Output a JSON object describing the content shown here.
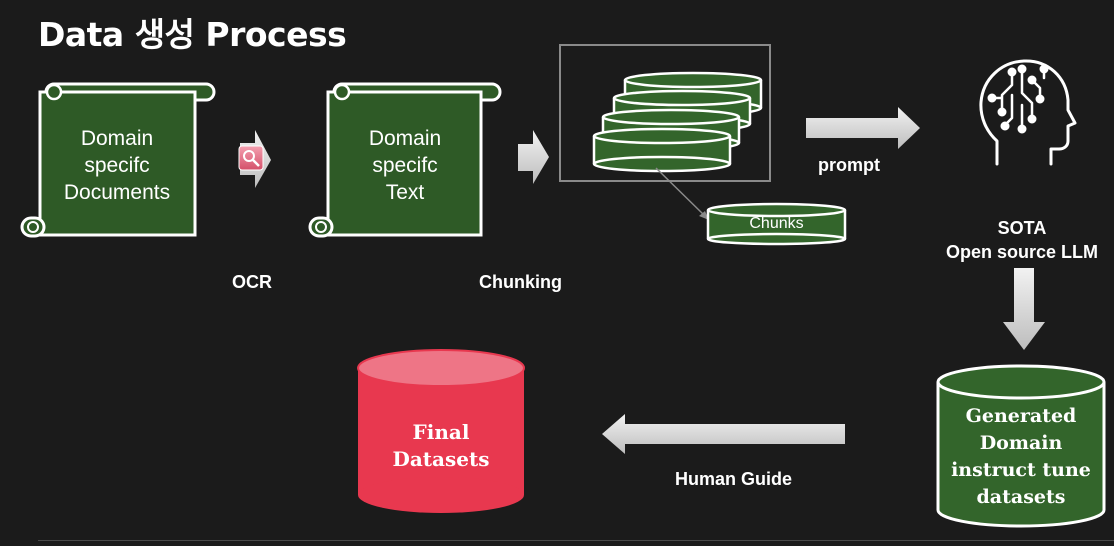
{
  "title": "Data 생성 Process",
  "nodes": {
    "documents": {
      "lines": [
        "Domain",
        "specifc",
        "Documents"
      ]
    },
    "text": {
      "lines": [
        "Domain",
        "specifc",
        "Text"
      ]
    },
    "chunks": {
      "label": "Chunks"
    },
    "llm": {
      "lines": [
        "SOTA",
        "Open source LLM"
      ]
    },
    "generated": {
      "lines": [
        "Generated",
        "Domain",
        "instruct tune",
        "datasets"
      ]
    },
    "final": {
      "lines": [
        "Final",
        "Datasets"
      ]
    }
  },
  "edges": {
    "ocr": "OCR",
    "chunking": "Chunking",
    "prompt": "prompt",
    "human_guide": "Human Guide"
  },
  "colors": {
    "background": "#1b1b1b",
    "scroll_green": "#2e5a26",
    "disk_green": "#33652b",
    "final_red": "#e8384f",
    "final_red_top": "#ee7586",
    "arrow_gray": "#d9d9d9"
  },
  "icons": {
    "ocr": "magnifier-icon",
    "llm": "brain-circuit-head-icon"
  }
}
